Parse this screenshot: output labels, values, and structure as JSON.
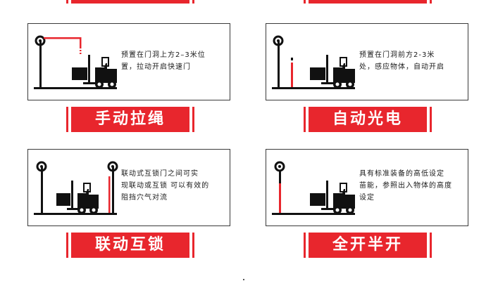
{
  "colors": {
    "accent": "#e8262d",
    "ink": "#1a1a1a",
    "border": "#3a3a3a"
  },
  "cards": [
    {
      "mode": "pull-cord",
      "description": "预置在门洞上方2–3米位\n置，拉动开启快速门",
      "label": "手动拉绳"
    },
    {
      "mode": "photo-sensor",
      "description": "预置在门洞前方2-3米\n处，感应物体，自动开启",
      "label": "自动光电"
    },
    {
      "mode": "interlock",
      "description": "联动式互锁门之间可实\n现联动或互锁  可以有效的\n阻挡穴气对流",
      "label": "联动互锁"
    },
    {
      "mode": "full-half-open",
      "description": "具有标准装备的高低设定\n苗能，参照出入物体的高度\n设定",
      "label": "全开半开"
    }
  ]
}
